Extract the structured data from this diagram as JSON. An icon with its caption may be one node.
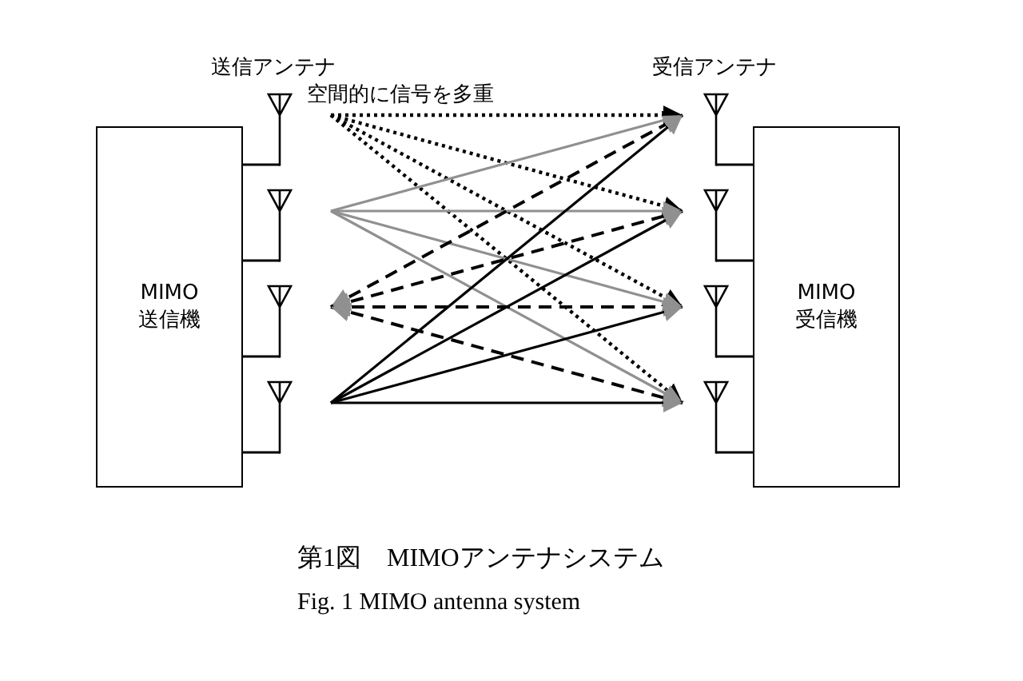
{
  "diagram": {
    "caption": "第1図　MIMOアンテナシステム",
    "nodes": [
      {
        "text": [
          "MIMO 送信機"
        ]
      },
      {
        "text": [],
        "shape": "antenna"
      },
      {
        "text": [],
        "shape": "antenna"
      },
      {
        "text": [],
        "shape": "antenna"
      },
      {
        "text": [],
        "shape": "antenna"
      },
      {
        "text": [],
        "shape": "antenna"
      },
      {
        "text": [],
        "shape": "antenna"
      },
      {
        "text": [],
        "shape": "antenna"
      },
      {
        "text": [],
        "shape": "antenna"
      },
      {
        "text": [
          "MIMO 受信機"
        ]
      }
    ],
    "edges": [
      {
        "from": 0,
        "to": 1,
        "arrow": "none"
      },
      {
        "from": 0,
        "to": 2,
        "arrow": "none"
      },
      {
        "from": 0,
        "to": 3,
        "arrow": "none"
      },
      {
        "from": 0,
        "to": 4,
        "arrow": "none"
      },
      {
        "from": 9,
        "to": 5,
        "arrow": "none"
      },
      {
        "from": 9,
        "to": 6,
        "arrow": "none"
      },
      {
        "from": 9,
        "to": 7,
        "arrow": "none"
      },
      {
        "from": 9,
        "to": 8,
        "arrow": "none"
      },
      {
        "from": 1,
        "to": 5,
        "arrow": "to",
        "style": "dashed"
      },
      {
        "from": 1,
        "to": 6,
        "arrow": "to",
        "style": "dashed"
      },
      {
        "from": 1,
        "to": 7,
        "arrow": "to",
        "style": "dashed"
      },
      {
        "from": 1,
        "to": 8,
        "arrow": "to",
        "style": "dashed"
      },
      {
        "from": 2,
        "to": 5,
        "arrow": "to",
        "color": "#909090"
      },
      {
        "from": 2,
        "to": 6,
        "arrow": "to",
        "color": "#909090"
      },
      {
        "from": 2,
        "to": 7,
        "arrow": "to",
        "color": "#909090"
      },
      {
        "from": 2,
        "to": 8,
        "arrow": "to",
        "color": "#909090"
      },
      {
        "from": 3,
        "to": 5,
        "arrow": "both",
        "style": "dashed"
      },
      {
        "from": 3,
        "to": 6,
        "arrow": "both",
        "style": "dashed"
      },
      {
        "from": 3,
        "to": 7,
        "arrow": "both",
        "style": "dashed"
      },
      {
        "from": 3,
        "to": 8,
        "arrow": "both",
        "style": "dashed"
      },
      {
        "from": 4,
        "to": 5,
        "arrow": "to"
      },
      {
        "from": 4,
        "to": 6,
        "arrow": "to"
      },
      {
        "from": 4,
        "to": 7,
        "arrow": "to"
      },
      {
        "from": 4,
        "to": 8,
        "arrow": "to"
      }
    ],
    "labels": [
      "送信アンテナ",
      "空間的に信号を多重",
      "受信アンテナ",
      "Fig. 1  MIMO antenna system"
    ]
  }
}
